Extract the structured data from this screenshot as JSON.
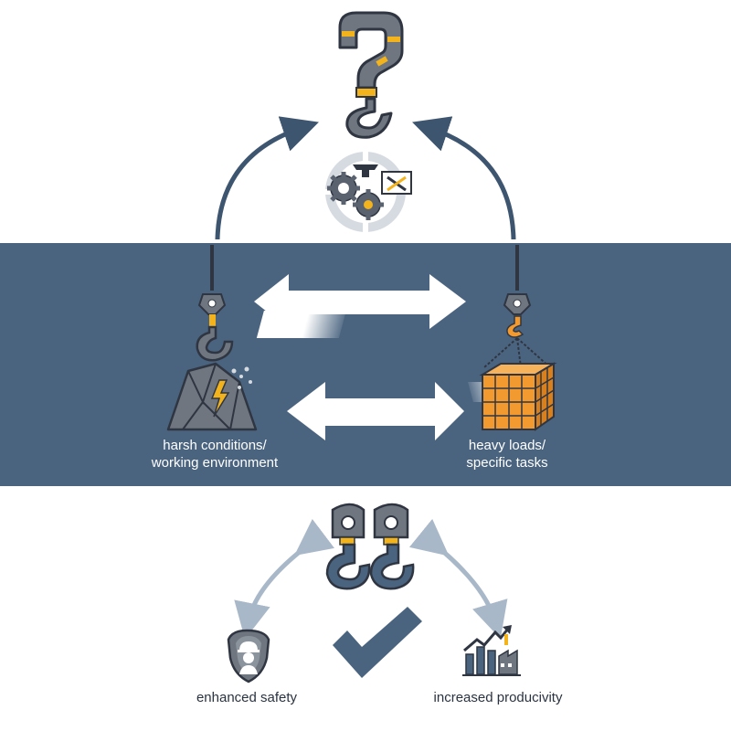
{
  "labels": {
    "harsh_line1": "harsh conditions/",
    "harsh_line2": "working environment",
    "heavy_line1": "heavy loads/",
    "heavy_line2": "specific tasks",
    "safety": "enhanced safety",
    "productivity": "increased producivity"
  },
  "colors": {
    "band": "#4a6480",
    "steel": "#6f7680",
    "outline": "#2f3642",
    "accent_yellow": "#f2b31d",
    "accent_orange": "#f29a30",
    "arrow_dark": "#3e5570",
    "arrow_light": "#a9b8c8"
  },
  "icons": [
    "question-hook-icon",
    "gears-blueprint-icon",
    "left-crane-hook-icon",
    "rock-lightning-icon",
    "right-crane-hook-icon",
    "cargo-cube-icon",
    "double-hooks-icon",
    "checkmark-icon",
    "safety-shield-icon",
    "productivity-chart-icon"
  ]
}
